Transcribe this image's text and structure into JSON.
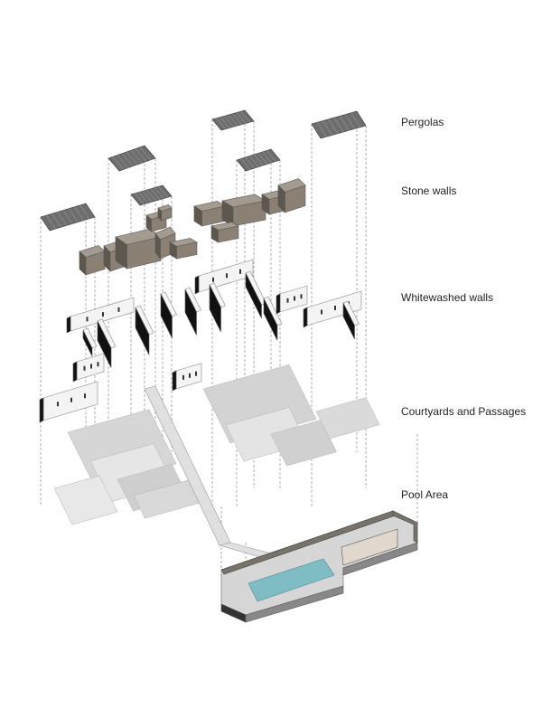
{
  "title": "Exploded axonometric of house layers",
  "layers": [
    {
      "label": "Pergolas"
    },
    {
      "label": "Stone walls"
    },
    {
      "label": "Whitewashed walls"
    },
    {
      "label": "Courtyards and Passages"
    },
    {
      "label": "Pool Area"
    }
  ],
  "colors": {
    "pergola": "#6e6e6e",
    "stone": "#8a8073",
    "wall_shadow": "#111111",
    "wall_white": "#f4f4f4",
    "courtyard": "#d9d9d9",
    "pool_water": "#7fbcc4",
    "pool_edge": "#77736b"
  }
}
